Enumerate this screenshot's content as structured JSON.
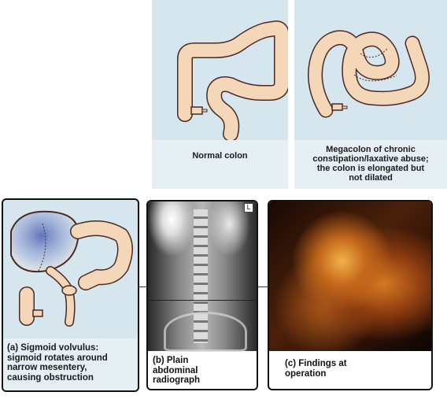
{
  "panels": {
    "normal": {
      "caption": "Normal colon"
    },
    "megacolon": {
      "caption": [
        "Megacolon of chronic",
        "constipation/laxative abuse;",
        "the colon is elongated but",
        "not dilated"
      ]
    },
    "volvulus": {
      "caption": [
        "(a) Sigmoid volvulus:",
        "sigmoid rotates around",
        "narrow mesentery,",
        "causing obstruction"
      ]
    },
    "radiograph": {
      "caption": [
        "(b) Plain",
        "abdominal",
        "radiograph"
      ],
      "corner_marker": "L"
    },
    "operation": {
      "caption": [
        "(c) Findings at",
        "operation"
      ]
    }
  },
  "colors": {
    "panel_bg": "#d6e6ee",
    "caption_bg": "#e6f0f4",
    "colon_fill": "#f4d7b8",
    "colon_stroke": "#4a2a22",
    "volvulus_shade": "#4a5fb0"
  }
}
